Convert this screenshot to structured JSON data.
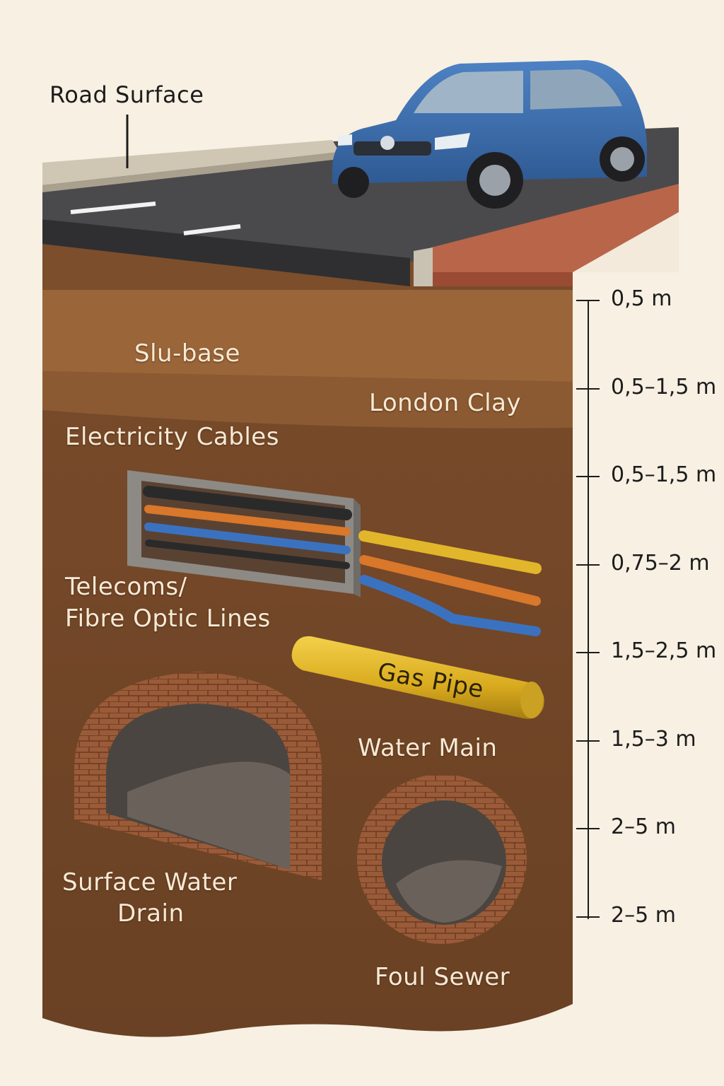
{
  "labels": {
    "road_surface": "Road Surface",
    "sub_base": "Slu-base",
    "london_clay": "London Clay",
    "electricity": "Electricity Cables",
    "telecoms_line1": "Telecoms/",
    "telecoms_line2": "Fibre Optic Lines",
    "gas_pipe": "Gas Pipe",
    "water_main": "Water Main",
    "surface_drain_line1": "Surface Water",
    "surface_drain_line2": "Drain",
    "foul_sewer": "Foul Sewer"
  },
  "depth_scale": [
    {
      "label": "0,5 m"
    },
    {
      "label": "0,5–1,5 m"
    },
    {
      "label": "0,5–1,5 m"
    },
    {
      "label": "0,75–2 m"
    },
    {
      "label": "1,5–2,5 m"
    },
    {
      "label": "1,5–3 m"
    },
    {
      "label": "2–5 m"
    },
    {
      "label": "2–5 m"
    }
  ],
  "colors": {
    "soil_dark": "#6e4426",
    "soil_light": "#a8713f",
    "asphalt": "#3c3c3e",
    "car": "#3f6fae",
    "cable_black": "#2a2a2a",
    "cable_orange": "#d9772b",
    "cable_blue": "#3b72c0",
    "cable_yellow": "#e2b62a",
    "brick": "#9a5b38"
  }
}
